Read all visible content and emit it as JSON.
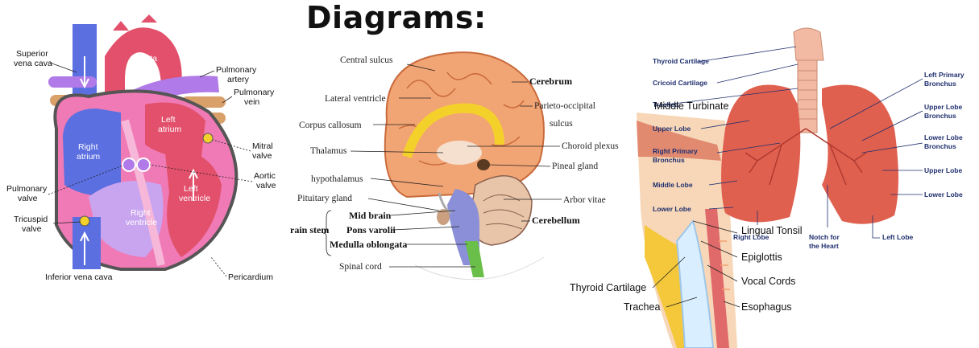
{
  "title": "Diagrams:",
  "heart": {
    "labels": {
      "superior_vena_cava_1": "Superior",
      "superior_vena_cava_2": "vena  cava",
      "aorta": "Aorta",
      "pulmonary_artery_1": "Pulmonary",
      "pulmonary_artery_2": "artery",
      "pulmonary_vein_1": "Pulmonary",
      "pulmonary_vein_2": "vein",
      "left_atrium_1": "Left",
      "left_atrium_2": "atrium",
      "right_atrium_1": "Right",
      "right_atrium_2": "atrium",
      "mitral_valve_1": "Mitral",
      "mitral_valve_2": "valve",
      "aortic_valve_1": "Aortic",
      "aortic_valve_2": "valve",
      "pulmonary_valve_1": "Pulmonary",
      "pulmonary_valve_2": "valve",
      "left_ventricle_1": "Left",
      "left_ventricle_2": "ventricle",
      "right_ventricle_1": "Right",
      "right_ventricle_2": "ventricle",
      "tricuspid_valve_1": "Tricuspid",
      "tricuspid_valve_2": "valve",
      "inferior_vena_cava": "Inferior vena cava",
      "pericardium": "Pericardium"
    },
    "colors": {
      "blue": "#5b6fe0",
      "red": "#e2506b",
      "pink": "#f07ab5",
      "purple": "#b07ae8",
      "lavender": "#c9a5f0",
      "tan": "#d9a06a"
    }
  },
  "brain": {
    "labels": {
      "central_sulcus": "Central sulcus",
      "cerebrum": "Cerebrum",
      "lateral_ventricle": "Lateral ventricle",
      "parieto_occipital_1": "Parieto-occipital",
      "parieto_occipital_2": "sulcus",
      "corpus_callosum": "Corpus callosum",
      "thalamus": "Thalamus",
      "choroid_plexus": "Choroid plexus",
      "pineal_gland": "Pineal gland",
      "hypothalamus": "hypothalamus",
      "pituitary_gland": "Pituitary gland",
      "arbor_vitae": "Arbor vitae",
      "mid_brain": "Mid brain",
      "cerebellum": "Cerebellum",
      "brain_stem": "rain stem",
      "pons_varolii": "Pons varolii",
      "medulla_oblongata": "Medulla oblongata",
      "spinal_cord": "Spinal cord"
    },
    "colors": {
      "cortex": "#f2a574",
      "cortex_dark": "#c96a3c",
      "yellow": "#f4d12a",
      "cerebellum": "#e8c4a8",
      "stem": "#8a8fd8",
      "cord": "#6abf4b"
    }
  },
  "respiratory": {
    "labels": {
      "thyroid_cartilage_top": "Thyroid Cartilage",
      "cricoid_cartilage": "Cricoid Cartilage",
      "trachea_top": "Trachea",
      "middle_turbinate": "Middle Turbinate",
      "upper_lobe_left": "Upper Lobe",
      "right_primary_1": "Right Primary",
      "right_primary_2": "Bronchus",
      "middle_lobe": "Middle Lobe",
      "lower_lobe_left": "Lower Lobe",
      "left_primary_1": "Left Primary",
      "left_primary_2": "Bronchus",
      "upper_lobe_bronchus_1": "Upper Lobe",
      "upper_lobe_bronchus_2": "Bronchus",
      "lower_lobe_bronchus_1": "Lower Lobe",
      "lower_lobe_bronchus_2": "Bronchus",
      "upper_lobe_right": "Upper Lobe",
      "lower_lobe_right": "Lower Lobe",
      "lingual_tonsil": "Lingual Tonsil",
      "right_lobe": "Right Lobe",
      "notch_1": "Notch for",
      "notch_2": "the Heart",
      "left_lobe": "Left Lobe",
      "epiglottis": "Epiglottis",
      "vocal_cords": "Vocal Cords",
      "thyroid_cartilage": "Thyroid Cartilage",
      "trachea": "Trachea",
      "esophagus": "Esophagus"
    },
    "colors": {
      "lung": "#e0604f",
      "lung_light": "#f08a72",
      "trachea": "#f2b9a3",
      "navy": "#1f2f6e",
      "neck": "#f7d7b8"
    }
  }
}
